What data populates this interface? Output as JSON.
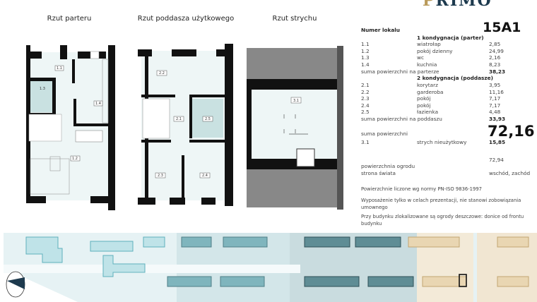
{
  "logo": {
    "text": "PRIMO",
    "first": "P",
    "rest": "RIMO"
  },
  "plans": {
    "ground": {
      "title": "Rzut parteru",
      "rooms": [
        "1.1",
        "1.2",
        "1.3",
        "1.4"
      ]
    },
    "attic_floor": {
      "title": "Rzut poddasza użytkowego",
      "rooms": [
        "2.1",
        "2.2",
        "2.3",
        "2.4",
        "2.5"
      ]
    },
    "loft": {
      "title": "Rzut strychu",
      "rooms": [
        "3.1"
      ]
    }
  },
  "unit": {
    "label": "Numer lokalu",
    "number": "15A1",
    "floor1": {
      "heading": "1 kondygnacja (parter)",
      "rows": [
        {
          "id": "1.1",
          "name": "wiatrołap",
          "area": "2,85"
        },
        {
          "id": "1.2",
          "name": "pokój dzienny",
          "area": "24,99"
        },
        {
          "id": "1.3",
          "name": "wc",
          "area": "2,16"
        },
        {
          "id": "1.4",
          "name": "kuchnia",
          "area": "8,23"
        }
      ],
      "sum_label": "suma powierzchni na parterze",
      "sum": "38,23"
    },
    "floor2": {
      "heading": "2 kondygnacja (poddasze)",
      "rows": [
        {
          "id": "2.1",
          "name": "korytarz",
          "area": "3,95"
        },
        {
          "id": "2.2",
          "name": "garderoba",
          "area": "11,16"
        },
        {
          "id": "2.3",
          "name": "pokój",
          "area": "7,17"
        },
        {
          "id": "2.4",
          "name": "pokój",
          "area": "7,17"
        },
        {
          "id": "2.5",
          "name": "łazienka",
          "area": "4,48"
        }
      ],
      "sum_label": "suma powierzchni na poddaszu",
      "sum": "33,93"
    },
    "total_label": "suma powierzchni",
    "total": "72,16",
    "loft": {
      "id": "3.1",
      "name": "strych nieużytkowy",
      "area": "15,85"
    },
    "garden_label": "powierzchnia ogrodu",
    "garden": "72,94",
    "orientation_label": "strona świata",
    "orientation": "wschód, zachód"
  },
  "notes": [
    "Powierzchnie liczone wg normy PN-ISO 9836-1997",
    "Wyposażenie tylko w celach prezentacji, nie stanowi zobowiązania umownego",
    "Przy budynku zlokalizowane są ogrody deszczowe: donice od frontu budynku"
  ],
  "colors": {
    "wall": "#111111",
    "floor": "#eef6f6",
    "bath": "#c9e1e1",
    "gold": "#b99a5a",
    "navy": "#1d3a4e",
    "site_light": "#bfe3e8",
    "site_teal": "#7fb5bd",
    "site_dark": "#4f7f87",
    "site_sand": "#e9d6b2",
    "selected": "#111111"
  }
}
